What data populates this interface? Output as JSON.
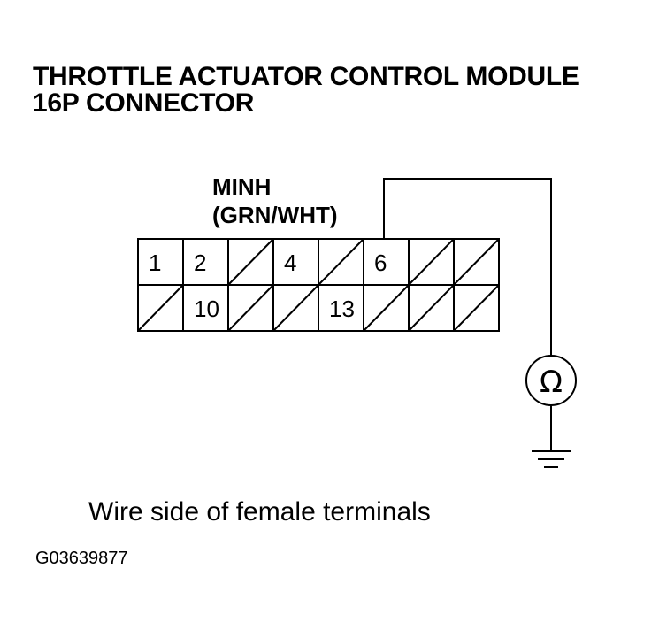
{
  "title": {
    "line1": "THROTTLE ACTUATOR CONTROL MODULE",
    "line2": "16P CONNECTOR"
  },
  "terminal_label": {
    "name": "MINH",
    "wire_color": "(GRN/WHT)"
  },
  "connector": {
    "top_row": [
      "1",
      "2",
      "",
      "4",
      "",
      "6",
      "",
      ""
    ],
    "bottom_row": [
      "",
      "10",
      "",
      "",
      "13",
      "",
      "",
      ""
    ]
  },
  "meter": {
    "symbol": "Ω",
    "icon": "ohmmeter-icon"
  },
  "caption": "Wire side of female terminals",
  "figure_id": "G03639877"
}
